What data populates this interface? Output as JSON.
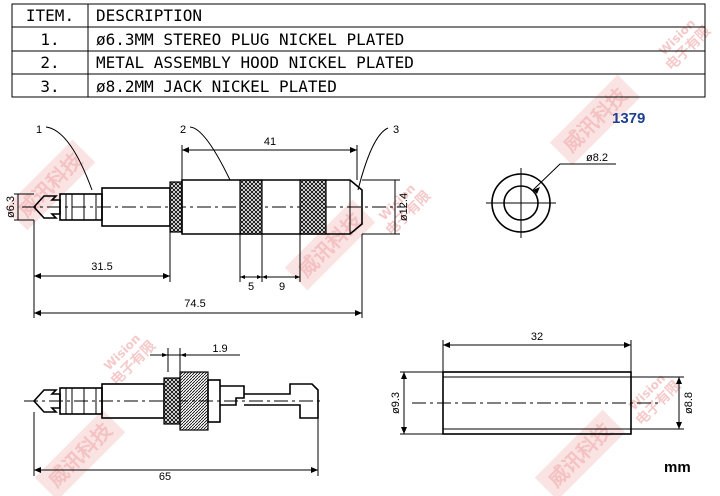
{
  "table": {
    "header": {
      "item": "ITEM.",
      "description": "DESCRIPTION"
    },
    "rows": [
      {
        "item": "1.",
        "description": "ø6.3MM STEREO PLUG NICKEL PLATED"
      },
      {
        "item": "2.",
        "description": "METAL ASSEMBLY HOOD NICKEL PLATED"
      },
      {
        "item": "3.",
        "description": "ø8.2MM JACK NICKEL PLATED"
      }
    ]
  },
  "part_number": "1379",
  "callouts": [
    "1",
    "2",
    "3"
  ],
  "dims": {
    "overall_top": "74.5",
    "hood_length": "41",
    "tip_length": "31.5",
    "band1": "5",
    "band2": "9",
    "tip_diameter": "ø6.3",
    "hood_diameter": "ø12.4",
    "jack_diameter": "ø8.2",
    "thread_length": "1.9",
    "overall_bottom": "65",
    "sleeve_length": "32",
    "sleeve_outer": "ø9.3",
    "sleeve_inner": "ø8.8"
  },
  "unit": "mm",
  "watermark": {
    "chinese": "威讯科技",
    "brand": "Wision",
    "brand2": "电子有限"
  },
  "colors": {
    "line": "#000000",
    "watermark": "#f2b8b8",
    "part_number": "#1f3f8f"
  }
}
